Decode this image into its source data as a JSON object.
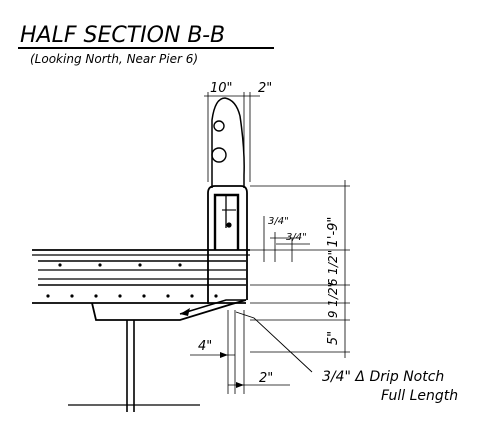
{
  "title": "HALF SECTION B-B",
  "subtitle": "(Looking North, Near Pier 6)",
  "dimensions": {
    "top_width": "10\"",
    "top_offset": "2\"",
    "overall_height": "1'-9\"",
    "notch_outer": "3/4\"",
    "notch_inner": "3/4\"",
    "deck_thickness": "6 1/2\"",
    "haunch": "9 1/2\"",
    "bottom": "5\"",
    "overhang_left": "4\"",
    "overhang_right": "2\""
  },
  "callout": {
    "line1": "3/4\" Δ Drip Notch",
    "line2": "Full Length"
  }
}
